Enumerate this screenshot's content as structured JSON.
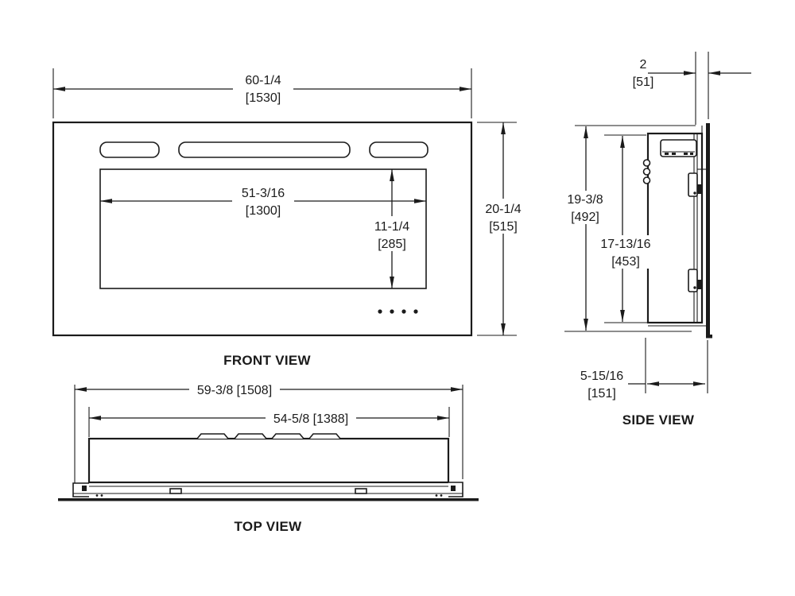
{
  "drawing": {
    "front_view": {
      "label": "FRONT VIEW",
      "dims": {
        "overall_width": {
          "in": "60-1/4",
          "mm": "[1530]"
        },
        "glass_width": {
          "in": "51-3/16",
          "mm": "[1300]"
        },
        "glass_height": {
          "in": "11-1/4",
          "mm": "[285]"
        },
        "overall_height": {
          "in": "20-1/4",
          "mm": "[515]"
        }
      }
    },
    "top_view": {
      "label": "TOP VIEW",
      "dims": {
        "overall_width": "59-3/8 [1508]",
        "body_width": "54-5/8 [1388]"
      }
    },
    "side_view": {
      "label": "SIDE VIEW",
      "dims": {
        "front_depth": {
          "in": "2",
          "mm": "[51]"
        },
        "overall_height": {
          "in": "19-3/8",
          "mm": "[492]"
        },
        "body_height": {
          "in": "17-13/16",
          "mm": "[453]"
        },
        "recess_depth": {
          "in": "5-15/16",
          "mm": "[151]"
        }
      }
    },
    "colors": {
      "line": "#1b1b1b",
      "background": "#ffffff"
    }
  }
}
